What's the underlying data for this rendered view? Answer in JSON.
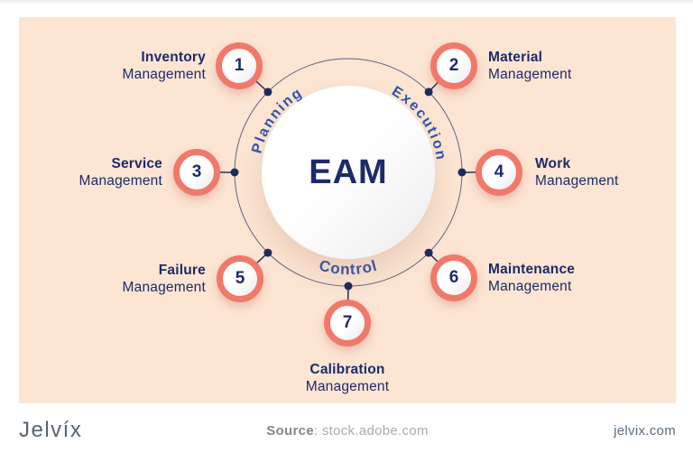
{
  "diagram": {
    "center_label": "EAM",
    "phases": {
      "planning": "Planning",
      "execution": "Execution",
      "control": "Control"
    },
    "items": [
      {
        "number": "1",
        "title": "Inventory",
        "subtitle": "Management"
      },
      {
        "number": "2",
        "title": "Material",
        "subtitle": "Management"
      },
      {
        "number": "3",
        "title": "Service",
        "subtitle": "Management"
      },
      {
        "number": "4",
        "title": "Work",
        "subtitle": "Management"
      },
      {
        "number": "5",
        "title": "Failure",
        "subtitle": "Management"
      },
      {
        "number": "6",
        "title": "Maintenance",
        "subtitle": "Management"
      },
      {
        "number": "7",
        "title": "Calibration",
        "subtitle": "Management"
      }
    ],
    "colors": {
      "card_bg": "#fce5d3",
      "accent_coral": "#f0796b",
      "navy_text": "#1d2b67",
      "phase_blue": "#2d55ad"
    }
  },
  "footer": {
    "logo_text": "Jelvíx",
    "source_label": "Source",
    "source_value": ": stock.adobe.com",
    "website": "jelvix.com"
  }
}
